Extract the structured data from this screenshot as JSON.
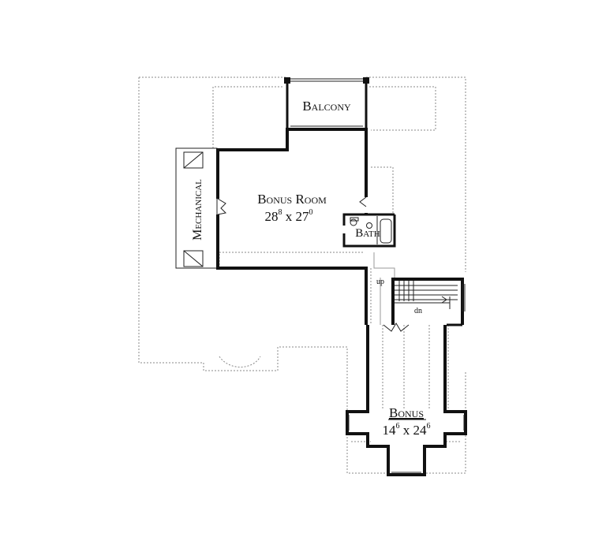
{
  "rooms": {
    "balcony": {
      "label": "Balcony"
    },
    "bonus_room": {
      "label": "Bonus Room",
      "dim_w": "28",
      "dim_w_sup": "8",
      "dim_x": " x ",
      "dim_h": "27",
      "dim_h_sup": "0"
    },
    "mechanical": {
      "label": "Mechanical"
    },
    "bath": {
      "label": "Bath"
    },
    "bonus": {
      "label": "Bonus",
      "dim_w": "14",
      "dim_w_sup": "6",
      "dim_x": " x ",
      "dim_h": "24",
      "dim_h_sup": "6"
    }
  },
  "stairs": {
    "up": "up",
    "down": "dn"
  }
}
